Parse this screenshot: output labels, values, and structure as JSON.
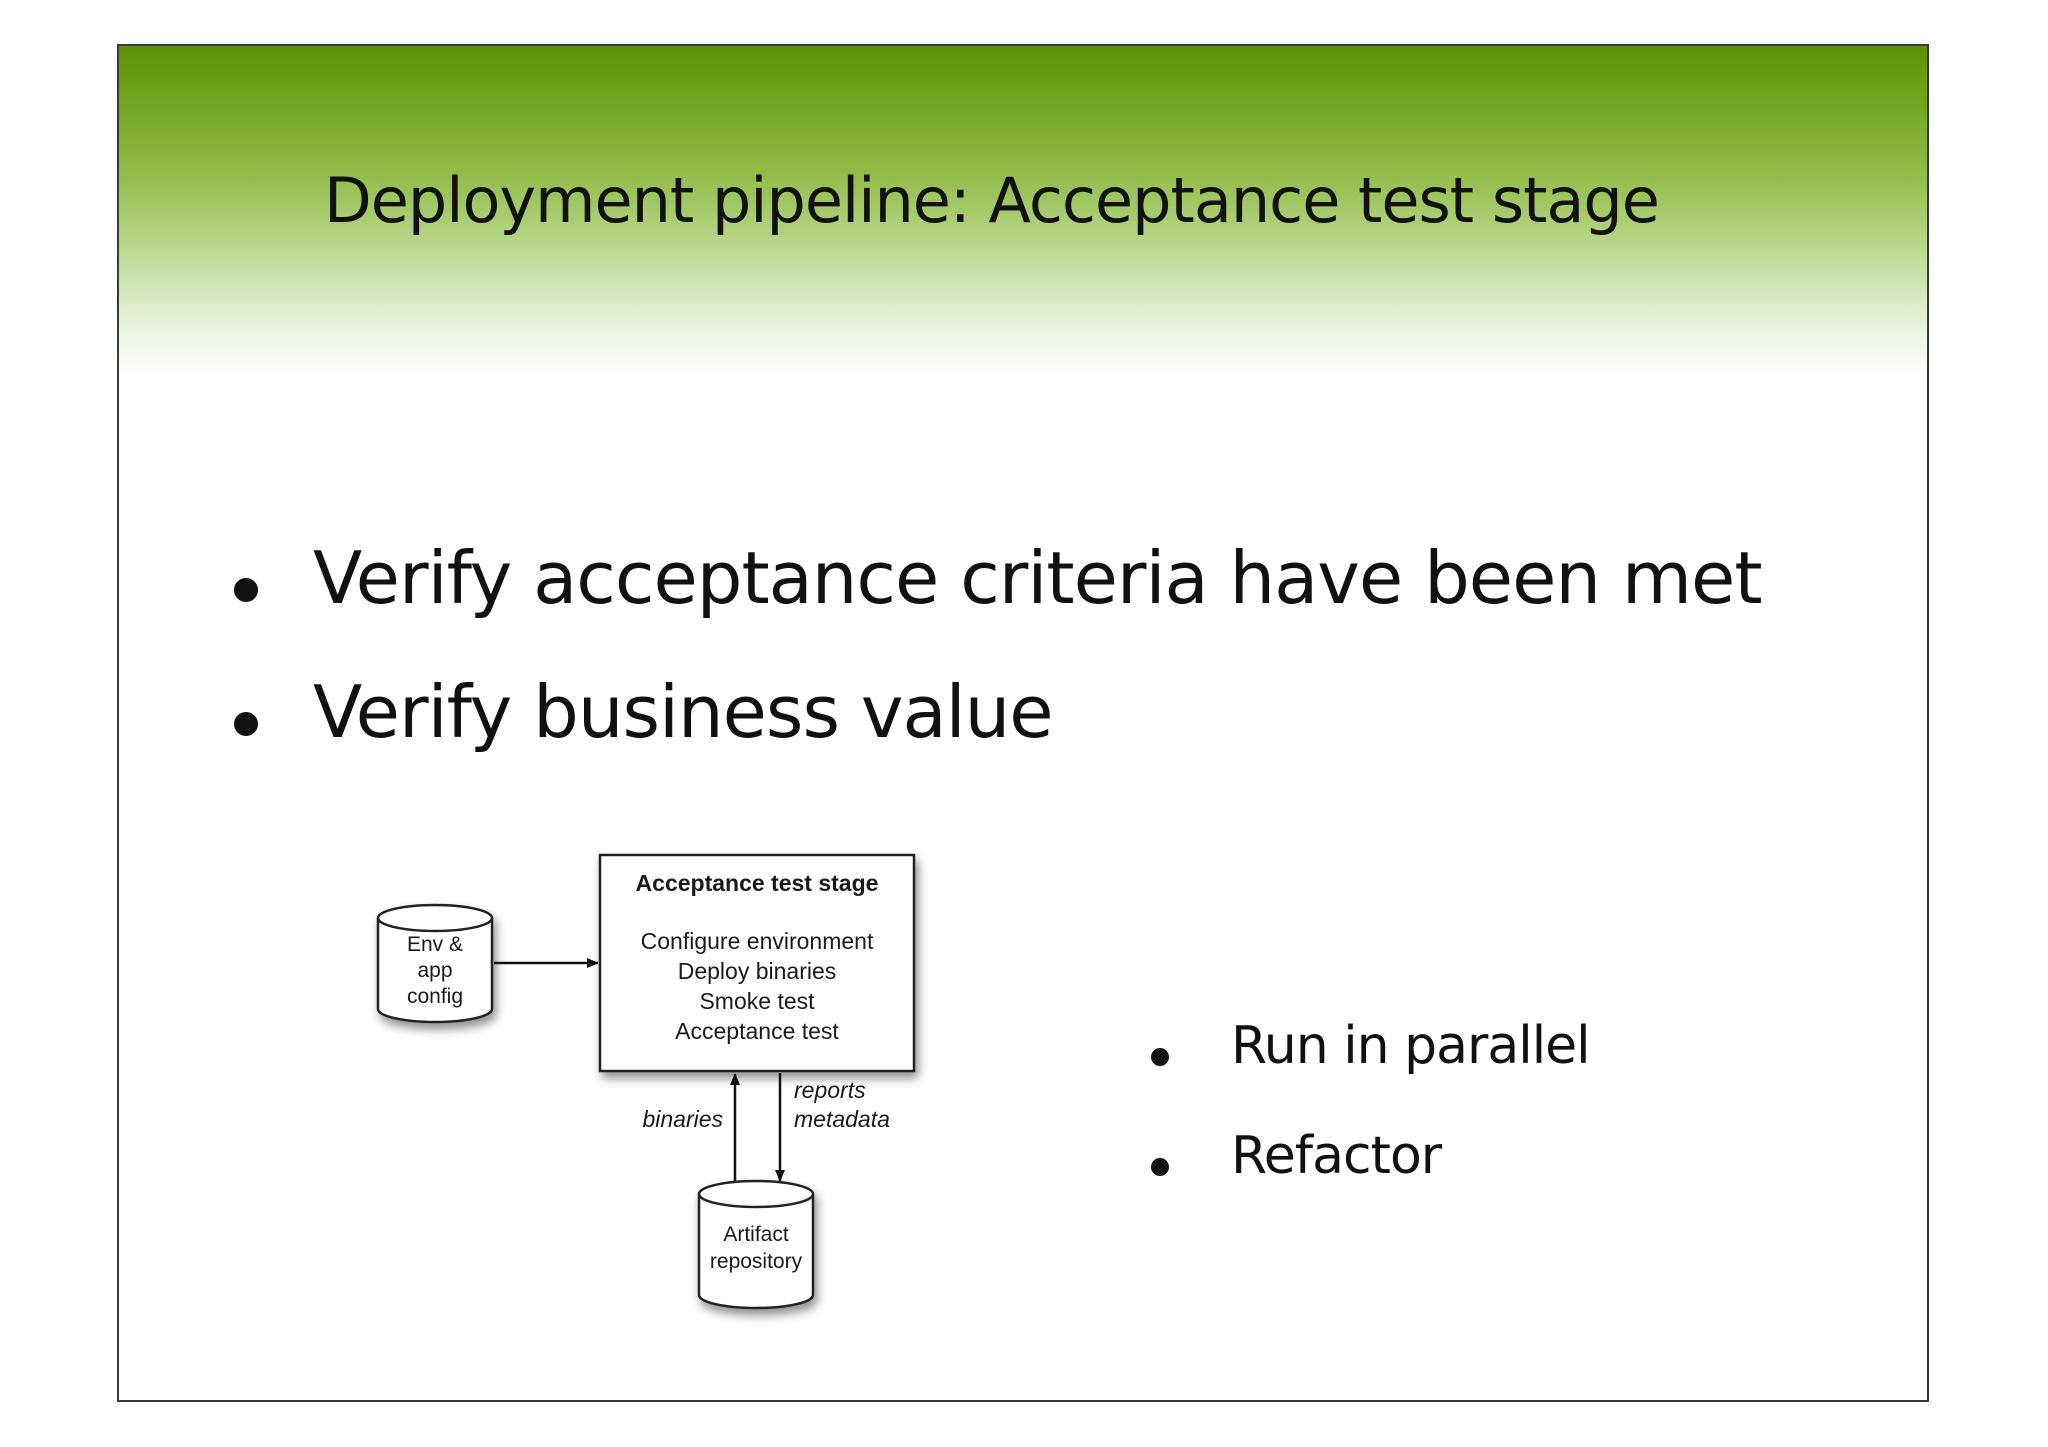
{
  "slide": {
    "title": "Deployment pipeline: Acceptance test stage",
    "bullets": [
      "Verify acceptance criteria have been met",
      "Verify business value"
    ],
    "side_bullets": [
      "Run in parallel",
      "Refactor"
    ]
  },
  "diagram": {
    "env_config": {
      "line1": "Env &",
      "line2": "app",
      "line3": "config"
    },
    "stage_box": {
      "title": "Acceptance test stage",
      "steps": [
        "Configure environment",
        "Deploy binaries",
        "Smoke test",
        "Acceptance test"
      ]
    },
    "edge_labels": {
      "binaries": "binaries",
      "reports": "reports",
      "metadata": "metadata"
    },
    "artifact_repo": {
      "line1": "Artifact",
      "line2": "repository"
    }
  },
  "colors": {
    "header_green": "#5a9208",
    "text": "#111111",
    "frame_border": "#3a3a3a"
  }
}
